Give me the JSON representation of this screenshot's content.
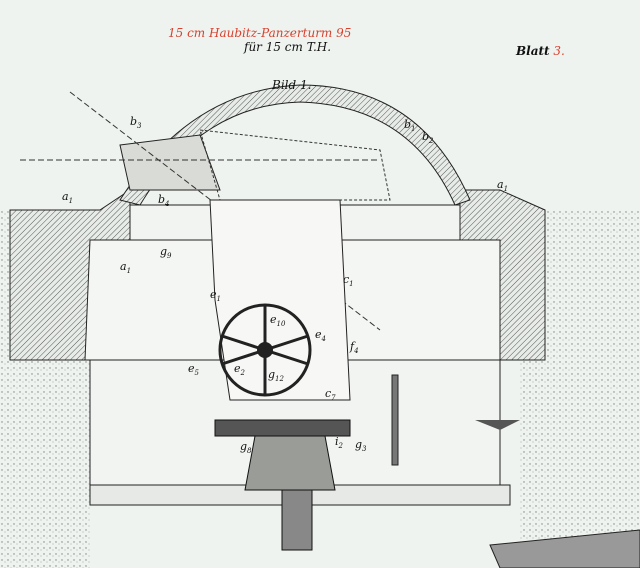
{
  "header": {
    "title": "15 cm Haubitz-Panzerturm 95",
    "subtitle": "für 15 cm T.H.",
    "sheet_label": "Blatt",
    "sheet_number": "3.",
    "figure_label": "Bild 1."
  },
  "labels": [
    {
      "id": "b3",
      "base": "b",
      "sub": "3"
    },
    {
      "id": "b1",
      "base": "b",
      "sub": "1"
    },
    {
      "id": "b2",
      "base": "b",
      "sub": "2"
    },
    {
      "id": "a1-left",
      "base": "a",
      "sub": "1"
    },
    {
      "id": "a1-right",
      "base": "a",
      "sub": "1"
    },
    {
      "id": "b4",
      "base": "b",
      "sub": "4"
    },
    {
      "id": "g9",
      "base": "g",
      "sub": "9"
    },
    {
      "id": "a1-wall",
      "base": "a",
      "sub": "1"
    },
    {
      "id": "c1",
      "base": "c",
      "sub": "1"
    },
    {
      "id": "e1",
      "base": "e",
      "sub": "1"
    },
    {
      "id": "e10",
      "base": "e",
      "sub": "10"
    },
    {
      "id": "e4",
      "base": "e",
      "sub": "4"
    },
    {
      "id": "f4",
      "base": "f",
      "sub": "4"
    },
    {
      "id": "e5",
      "base": "e",
      "sub": "5"
    },
    {
      "id": "e2",
      "base": "e",
      "sub": "2"
    },
    {
      "id": "g12",
      "base": "g",
      "sub": "12"
    },
    {
      "id": "c7",
      "base": "c",
      "sub": "7"
    },
    {
      "id": "g8",
      "base": "g",
      "sub": "8"
    },
    {
      "id": "i2",
      "base": "i",
      "sub": "2"
    },
    {
      "id": "g3",
      "base": "g",
      "sub": "3"
    }
  ]
}
